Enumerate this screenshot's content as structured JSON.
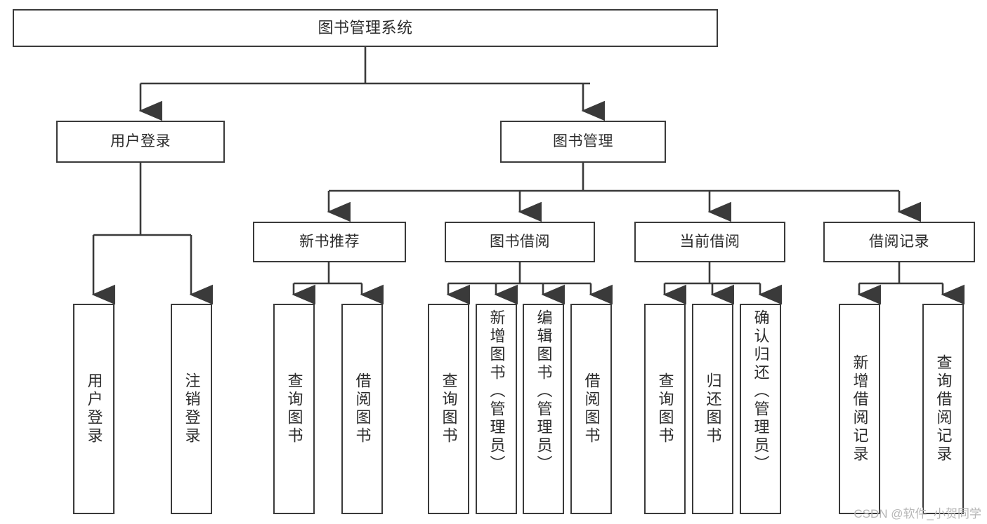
{
  "diagram": {
    "type": "tree",
    "title": "图书管理系统",
    "watermark": "CSDN @软件_小贺同学",
    "colors": {
      "box_border": "#3a3a3a",
      "box_fill": "#ffffff",
      "edge": "#3a3a3a",
      "text": "#2b2b2b",
      "watermark": "#b6b6b6"
    }
  },
  "nodes": {
    "root": {
      "label": "图书管理系统"
    },
    "level2": [
      {
        "id": "user-login",
        "label": "用户登录"
      },
      {
        "id": "book-manage",
        "label": "图书管理"
      }
    ],
    "level3": [
      {
        "id": "new-book-recommend",
        "label": "新书推荐"
      },
      {
        "id": "book-borrow",
        "label": "图书借阅"
      },
      {
        "id": "current-borrow",
        "label": "当前借阅"
      },
      {
        "id": "borrow-record",
        "label": "借阅记录"
      }
    ],
    "leaves": {
      "user_login": [
        {
          "id": "leaf-user-login",
          "label": "用户登录"
        },
        {
          "id": "leaf-logout-login",
          "label": "注销登录"
        }
      ],
      "new_book_recommend": [
        {
          "id": "leaf-query-book-1",
          "label": "查询图书"
        },
        {
          "id": "leaf-borrow-book-1",
          "label": "借阅图书"
        }
      ],
      "book_borrow": [
        {
          "id": "leaf-query-book-2",
          "label": "查询图书"
        },
        {
          "id": "leaf-add-book",
          "label": "新增图书（管理员）"
        },
        {
          "id": "leaf-edit-book",
          "label": "编辑图书（管理员）"
        },
        {
          "id": "leaf-borrow-book-2",
          "label": "借阅图书"
        }
      ],
      "current_borrow": [
        {
          "id": "leaf-query-book-3",
          "label": "查询图书"
        },
        {
          "id": "leaf-return-book",
          "label": "归还图书"
        },
        {
          "id": "leaf-confirm-return",
          "label": "确认归还（管理员）"
        }
      ],
      "borrow_record": [
        {
          "id": "leaf-add-record",
          "label": "新增借阅记录"
        },
        {
          "id": "leaf-query-record",
          "label": "查询借阅记录"
        }
      ]
    }
  }
}
